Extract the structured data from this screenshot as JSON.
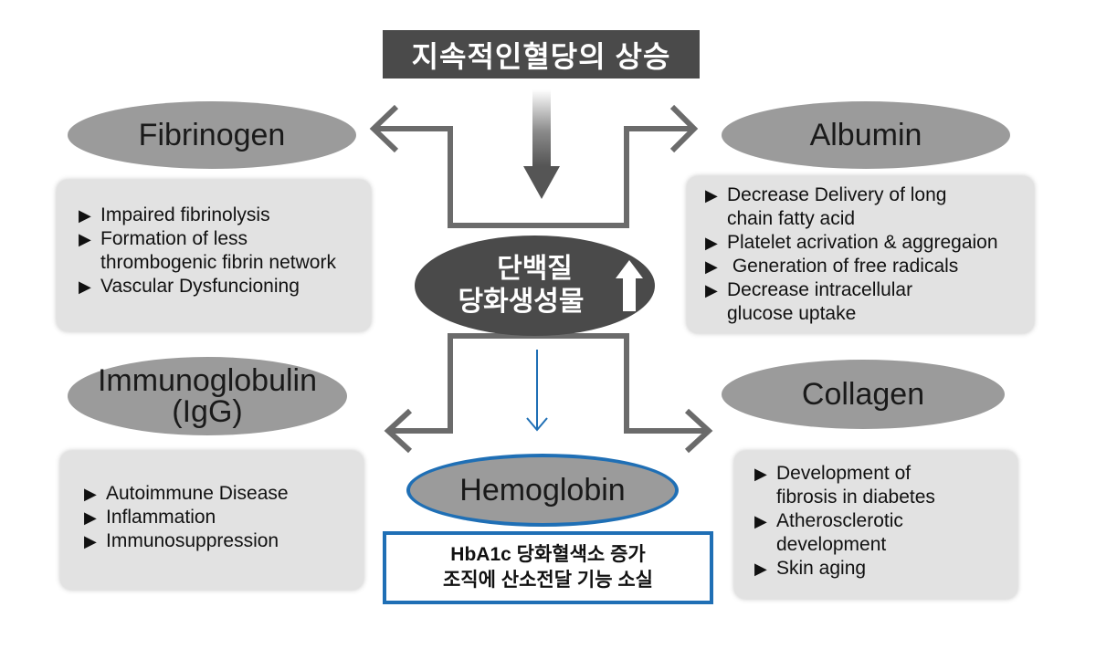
{
  "title": "지속적인혈당의 상승",
  "center": {
    "line1": "단백질",
    "line2": "당화생성물"
  },
  "nodes": {
    "fibrinogen": "Fibrinogen",
    "albumin": "Albumin",
    "immunoglobulin_line1": "Immunoglobulin",
    "immunoglobulin_line2": "(IgG)",
    "collagen": "Collagen",
    "hemoglobin": "Hemoglobin"
  },
  "fibrinogen_effects": [
    "Impaired fibrinolysis",
    "Formation of less",
    "thrombogenic fibrin network",
    "Vascular Dysfuncioning"
  ],
  "albumin_effects": [
    "Decrease Delivery of long",
    "chain fatty acid",
    "Platelet acrivation & aggregaion",
    " Generation of free radicals",
    "Decrease intracellular",
    "glucose uptake"
  ],
  "igg_effects": [
    "Autoimmune Disease",
    "Inflammation",
    "Immunosuppression"
  ],
  "collagen_effects": [
    "Development of",
    "fibrosis in diabetes",
    "Atherosclerotic",
    "development",
    "Skin aging"
  ],
  "hba1c": {
    "line1": "HbA1c 당화혈색소 증가",
    "line2": "조직에 산소전달 기능 소실"
  },
  "colors": {
    "accent_blue": "#1f6fb5",
    "dark_gray": "#4a4a4a",
    "mid_gray": "#9b9b9b",
    "panel_gray": "#e2e2e2"
  }
}
